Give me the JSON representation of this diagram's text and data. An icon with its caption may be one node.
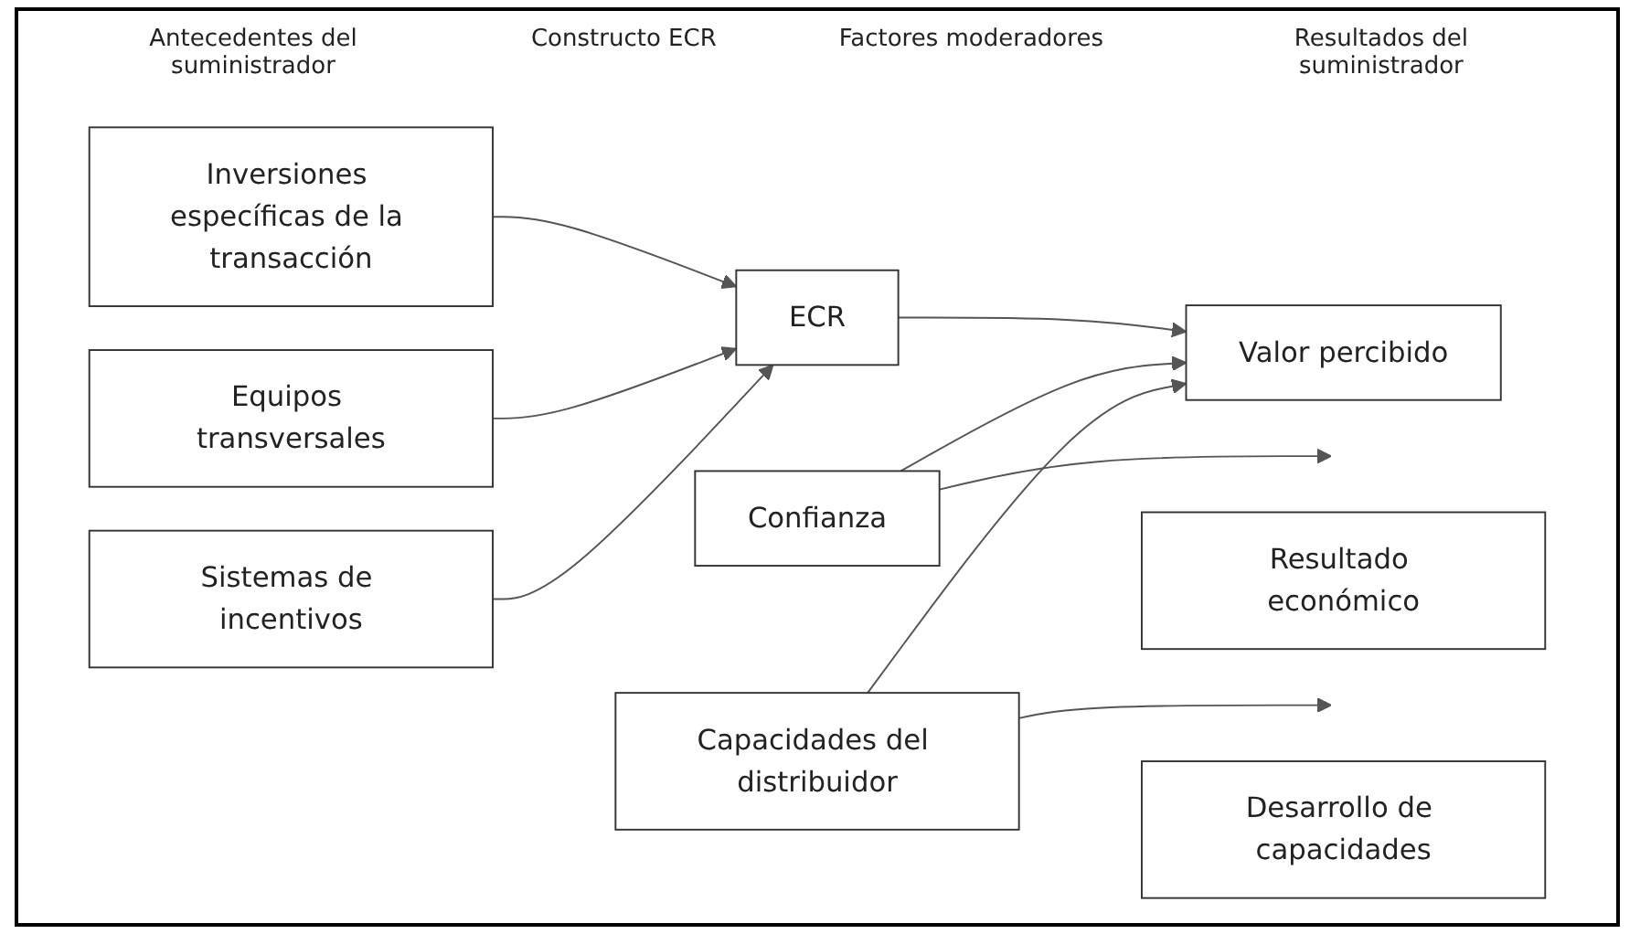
{
  "diagram": {
    "nodes": [
      {
        "text": [
          "Inversiones específicas de la transacción"
        ]
      },
      {
        "text": [
          "Equipos transversales"
        ]
      },
      {
        "text": [
          "Sistemas de incentivos"
        ]
      },
      {
        "text": [
          "ECR"
        ]
      },
      {
        "text": [
          "Confianza"
        ]
      },
      {
        "text": [
          "Capacidades del distribuidor"
        ]
      },
      {
        "text": [
          "Resultado económico"
        ]
      },
      {
        "text": [
          "Valor percibido"
        ]
      },
      {
        "text": [
          "Desarrollo de capacidades"
        ]
      }
    ],
    "edges": [
      {
        "from": 0,
        "to": 3,
        "arrow": "to"
      },
      {
        "from": 1,
        "to": 3,
        "arrow": "to"
      },
      {
        "from": 2,
        "to": 3,
        "arrow": "to"
      },
      {
        "from": 3,
        "to": 7,
        "arrow": "to"
      },
      {
        "from": 4,
        "to": 7,
        "arrow": "to"
      },
      {
        "from": 5,
        "to": 7,
        "arrow": "to"
      },
      {
        "from": 4,
        "to": null,
        "arrow": "to"
      },
      {
        "from": 5,
        "to": null,
        "arrow": "to"
      }
    ],
    "labels": [
      "Antecedentes del suministrador",
      "Constructo ECR",
      "Factores moderadores",
      "Resultados del suministrador"
    ]
  }
}
